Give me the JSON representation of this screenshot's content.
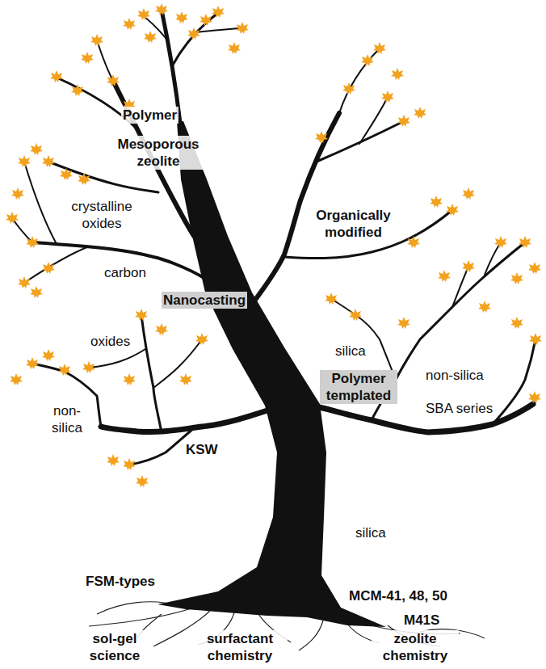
{
  "diagram": {
    "labels": [
      "Polymer",
      "Mesoporous zeolite",
      "crystalline oxides",
      "carbon",
      "Organically modified",
      "Nanocasting",
      "oxides",
      "silica",
      "non-silica",
      "Polymer templated",
      "non- silica",
      "SBA series",
      "KSW",
      "silica",
      "FSM-types",
      "MCM-41, 48, 50",
      "M41S",
      "sol-gel science",
      "surfactant chemistry",
      "zeolite chemistry"
    ]
  }
}
